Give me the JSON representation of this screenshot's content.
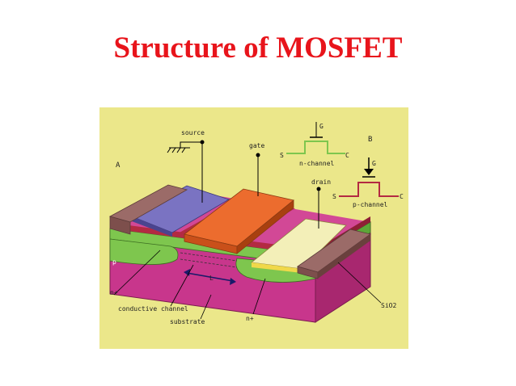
{
  "title": "Structure of MOSFET",
  "diagram": {
    "panel_label_a": "A",
    "panel_label_b": "B",
    "labels": {
      "source": "source",
      "gate": "gate",
      "drain": "drain",
      "p": "p",
      "n_plus_left": "n+",
      "n_plus_right": "n+",
      "L": "L",
      "conductive_channel": "conductive channel",
      "substrate": "substrate",
      "sio2": "SiO2"
    },
    "symbols": {
      "n_channel": {
        "caption": "n-channel",
        "g": "G",
        "s": "S",
        "c": "C"
      },
      "p_channel": {
        "caption": "p-channel",
        "g": "G",
        "s": "S",
        "c": "C"
      }
    },
    "colors": {
      "panel_bg": "#ebe78a",
      "substrate": "#c8368c",
      "green_layer": "#7ec64e",
      "source_metal": "#7a73c2",
      "gate_metal": "#ec6c2e",
      "drain_metal": "#f3efb8",
      "contact": "#9b6b68",
      "dark_red": "#b32a42",
      "title": "#e8141b"
    }
  }
}
